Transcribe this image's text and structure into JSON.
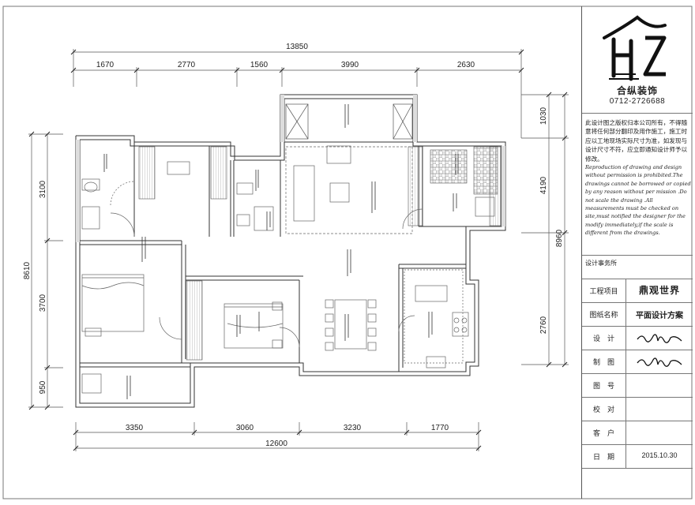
{
  "plan": {
    "dims_top_total": "13850",
    "dims_top": [
      "1670",
      "2770",
      "1560",
      "3990",
      "2630"
    ],
    "dims_bottom_total": "12600",
    "dims_bottom": [
      "3350",
      "3060",
      "3230",
      "1770"
    ],
    "dims_left_total": "8610",
    "dims_left": [
      "3100",
      "3700",
      "950"
    ],
    "dims_right_total": "8960",
    "dims_right": [
      "1030",
      "4190",
      "2760"
    ]
  },
  "title_block": {
    "company_name": "合纵装饰",
    "phone": "0712-2726688",
    "notice_cn": "此设计图之版权归本公司所有，不得随意将任何部分翻印及用作施工，施工时应以工地现场实际尺寸为准，如发现与设计尺寸不符，应立即通知设计师予以修改。",
    "notice_en": "Reproduction of drawing and design without permission is prohibited.The drawings cannot be borrowed or copied by any reason without per mission .Do not scale the drawing .All measurements must be checked on site,must notified the designer for the modify immediately,if the scale is different from the drawings.",
    "office_label": "设计事务所",
    "rows": [
      {
        "label": "工程项目",
        "value": "鼎观世界"
      },
      {
        "label": "图纸名称",
        "value": "平面设计方案"
      },
      {
        "label": "设　计",
        "value": ""
      },
      {
        "label": "制　图",
        "value": ""
      },
      {
        "label": "图　号",
        "value": ""
      },
      {
        "label": "校　对",
        "value": ""
      },
      {
        "label": "客　户",
        "value": ""
      },
      {
        "label": "日　期",
        "value": "2015.10.30"
      }
    ]
  },
  "colors": {
    "line": "#333333",
    "dim": "#555555",
    "hatch": "#888888"
  },
  "icons": [
    "company-logo-icon",
    "designer-signature-icon",
    "drafter-signature-icon"
  ]
}
